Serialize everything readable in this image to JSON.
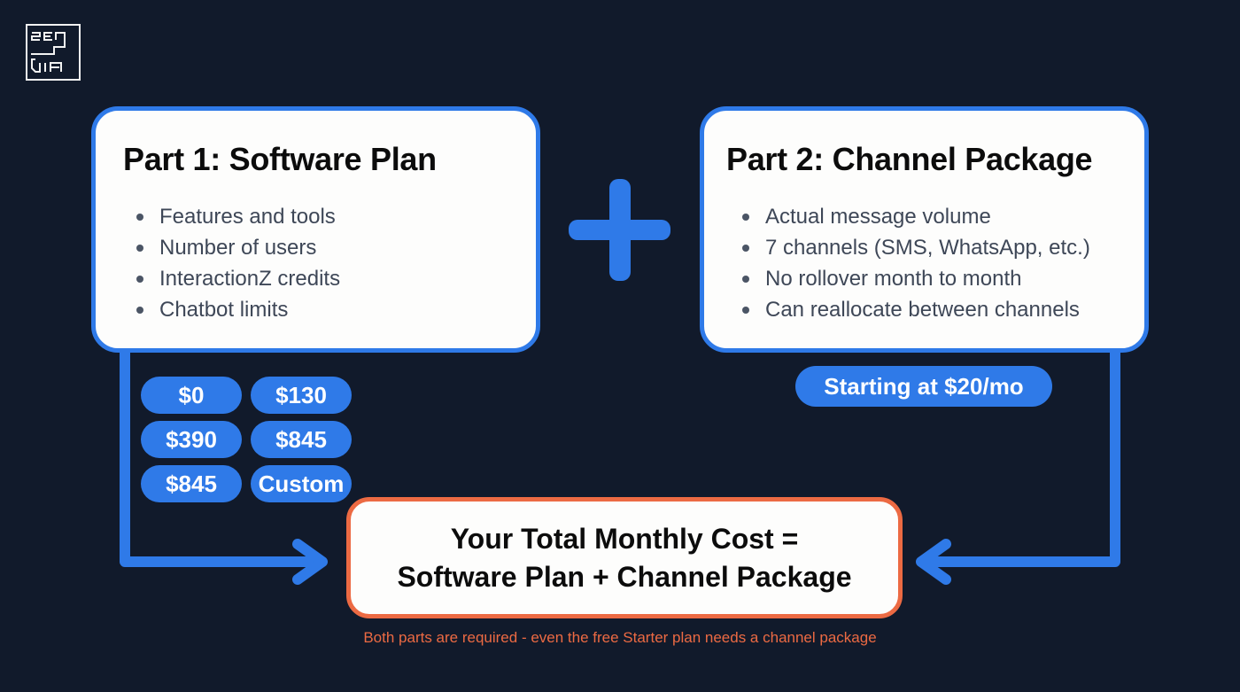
{
  "logo": {
    "line1": "ZEN",
    "line2": "VIA",
    "icon": "zenvia-logo-icon"
  },
  "part1": {
    "title": "Part 1: Software Plan",
    "items": [
      "Features and tools",
      "Number of users",
      "InteractionZ credits",
      "Chatbot limits"
    ],
    "prices": [
      "$0",
      "$130",
      "$390",
      "$845",
      "$845",
      "Custom"
    ]
  },
  "operator": {
    "symbol": "+",
    "icon": "plus-icon"
  },
  "part2": {
    "title": "Part 2: Channel Package",
    "items": [
      "Actual message volume",
      "7 channels (SMS, WhatsApp, etc.)",
      "No rollover month to month",
      "Can reallocate between channels"
    ],
    "price": "Starting at $20/mo"
  },
  "total": {
    "line1": "Your Total Monthly Cost =",
    "line2": "Software Plan + Channel Package"
  },
  "footnote": "Both parts are required - even the free Starter plan needs a channel package",
  "colors": {
    "background": "#111a2b",
    "accent_blue": "#2f7ae8",
    "accent_orange": "#ec6a43",
    "card_bg": "#fdfdfc",
    "title_text": "#0c0c0c",
    "body_text": "#3e4757"
  }
}
